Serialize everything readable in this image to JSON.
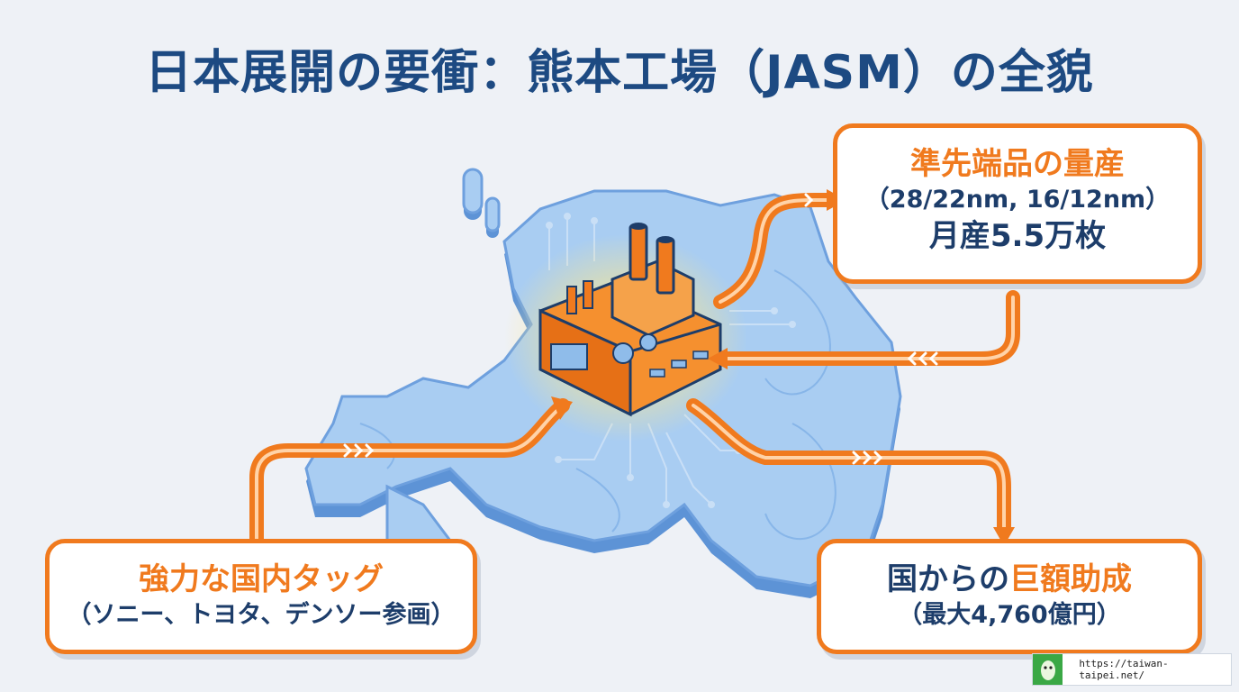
{
  "title": "日本展開の要衝：熊本工場（JASM）の全貌",
  "box_top_right": {
    "heading": "準先端品の量産",
    "nodes": "（28/22nm, 16/12nm）",
    "capacity": "月産5.5万枚"
  },
  "box_bottom_left": {
    "heading_a": "強力な",
    "heading_b": "国内タッグ",
    "partners": "（ソニー、トヨタ、デンソー参画）"
  },
  "box_bottom_right": {
    "heading_a": "国からの",
    "heading_b": "巨額助成",
    "amount": "（最大4,760億円）"
  },
  "watermark": {
    "url": "https://taiwan-taipei.net/"
  },
  "colors": {
    "accent": "#f07a1e",
    "navy": "#1d4a82",
    "map": "#8fbcea",
    "map_edge": "#5d93d6"
  }
}
